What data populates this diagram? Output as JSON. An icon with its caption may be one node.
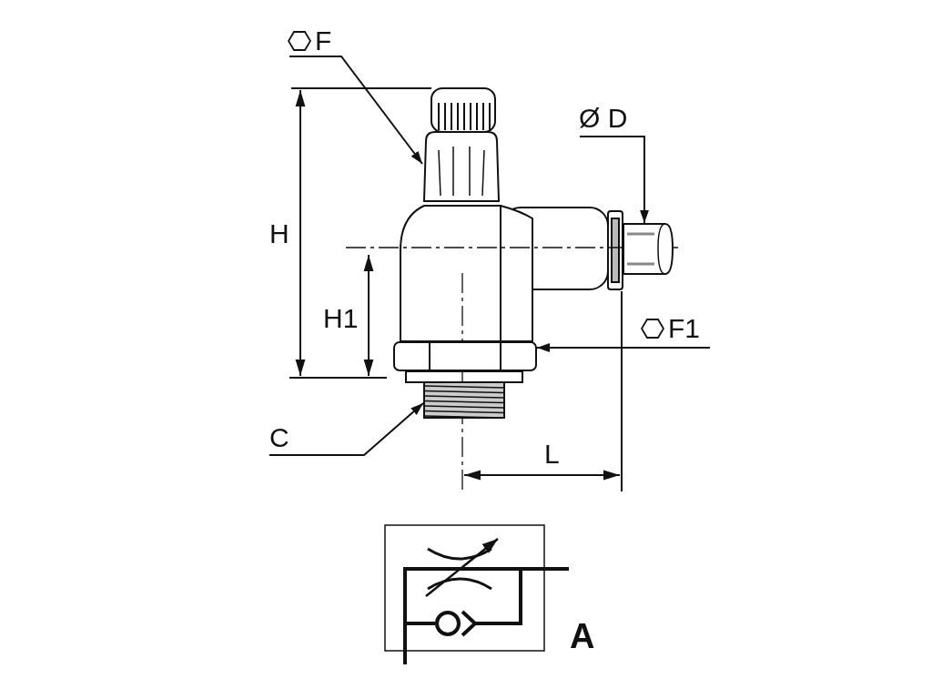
{
  "diagram": {
    "nodes": [
      {
        "text": [
          "F"
        ]
      },
      {
        "text": [],
        "shape": "picture"
      },
      {
        "text": [
          "Ø D"
        ]
      },
      {
        "text": [],
        "shape": "picture"
      },
      {
        "text": [
          "F1"
        ]
      },
      {
        "text": [],
        "shape": "picture"
      },
      {
        "text": [
          "C"
        ]
      },
      {
        "text": [],
        "shape": "picture"
      }
    ],
    "edges": [
      {
        "from": 0,
        "to": 1,
        "arrow": "to"
      },
      {
        "from": 2,
        "to": 3,
        "arrow": "to"
      },
      {
        "from": 4,
        "to": 5,
        "arrow": "to"
      },
      {
        "from": 6,
        "to": 7,
        "arrow": "to"
      }
    ],
    "labels": [
      "H",
      "H1",
      "L",
      "A"
    ]
  }
}
